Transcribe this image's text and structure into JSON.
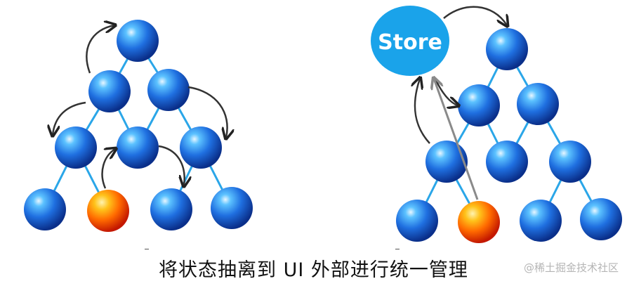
{
  "store_label": "Store",
  "caption": "将状态抽离到 UI 外部进行统一管理",
  "watermark": "@稀土掘金技术社区",
  "colors": {
    "edge": "#2aa6e8",
    "node": "#1f6fe0",
    "state_node": "#ff6a00",
    "store": "#1aa3ea",
    "arrow": "#333333",
    "store_arrow": "#8a8a8a"
  }
}
